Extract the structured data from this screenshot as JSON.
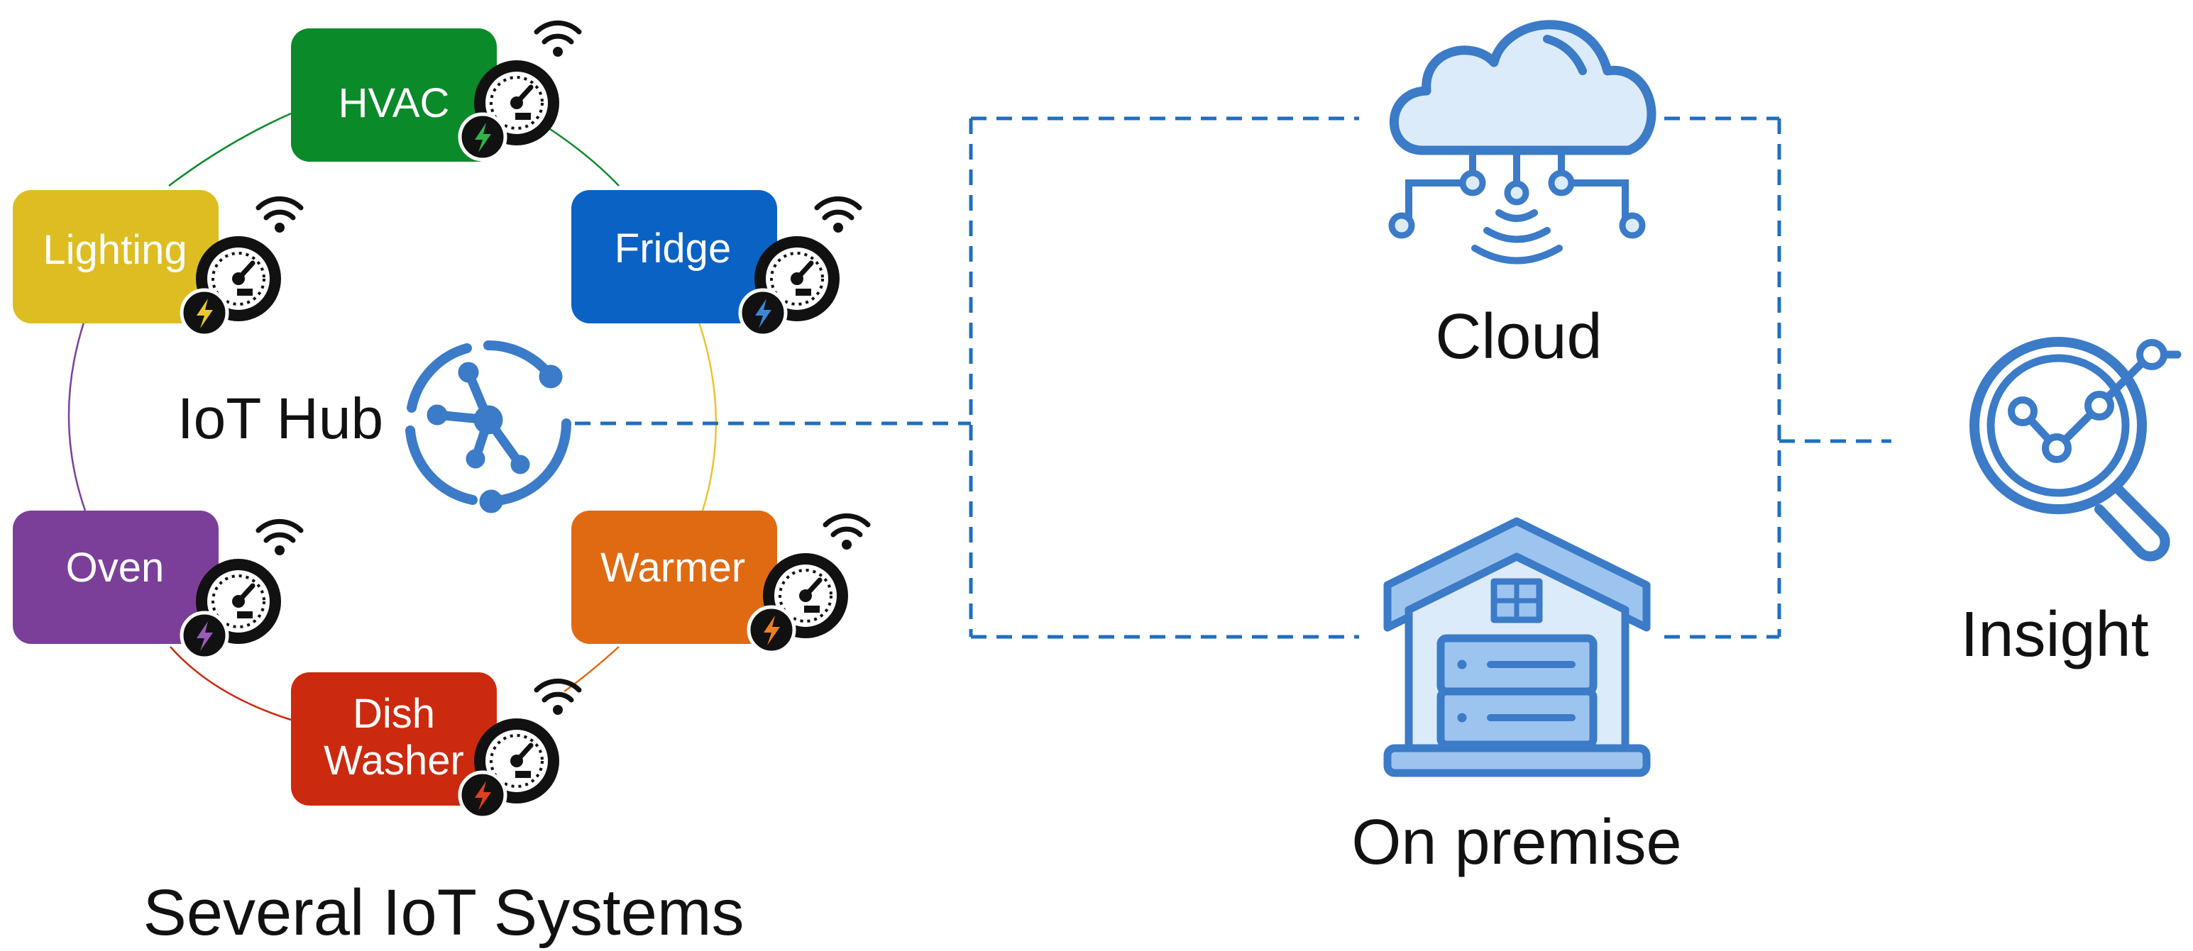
{
  "devices": [
    {
      "id": "hvac",
      "lines": [
        "HVAC"
      ],
      "color": "#0B8A2A",
      "bolt": "#2FB34A"
    },
    {
      "id": "fridge",
      "lines": [
        "Fridge"
      ],
      "color": "#0A63C4",
      "bolt": "#3A86D6"
    },
    {
      "id": "warmer",
      "lines": [
        "Warmer"
      ],
      "color": "#E06A12",
      "bolt": "#F08020"
    },
    {
      "id": "dishwasher",
      "lines": [
        "Dish",
        "Washer"
      ],
      "color": "#CC2A0E",
      "bolt": "#E04020"
    },
    {
      "id": "oven",
      "lines": [
        "Oven"
      ],
      "color": "#7B3F9A",
      "bolt": "#9A5CB8"
    },
    {
      "id": "lighting",
      "lines": [
        "Lighting"
      ],
      "color": "#DDBD22",
      "bolt": "#E8C830"
    }
  ],
  "hub": {
    "label": "IoT Hub"
  },
  "systems_caption": "Several IoT Systems",
  "cloud": {
    "label": "Cloud"
  },
  "onprem": {
    "label": "On premise"
  },
  "insight": {
    "label": "Insight"
  },
  "colors": {
    "line_blue": "#1F6FC0",
    "icon_blue": "#3B7BC8",
    "icon_fill": "#DCEBFA",
    "icon_fill_dark": "#9CC4EE",
    "text": "#111111"
  },
  "icons": {
    "device_badge": "gauge-icon",
    "signal": "wifi-icon",
    "power": "lightning-icon",
    "hub": "hub-network-icon",
    "cloud": "cloud-computing-icon",
    "onprem": "warehouse-server-icon",
    "insight": "magnifier-chart-icon"
  }
}
